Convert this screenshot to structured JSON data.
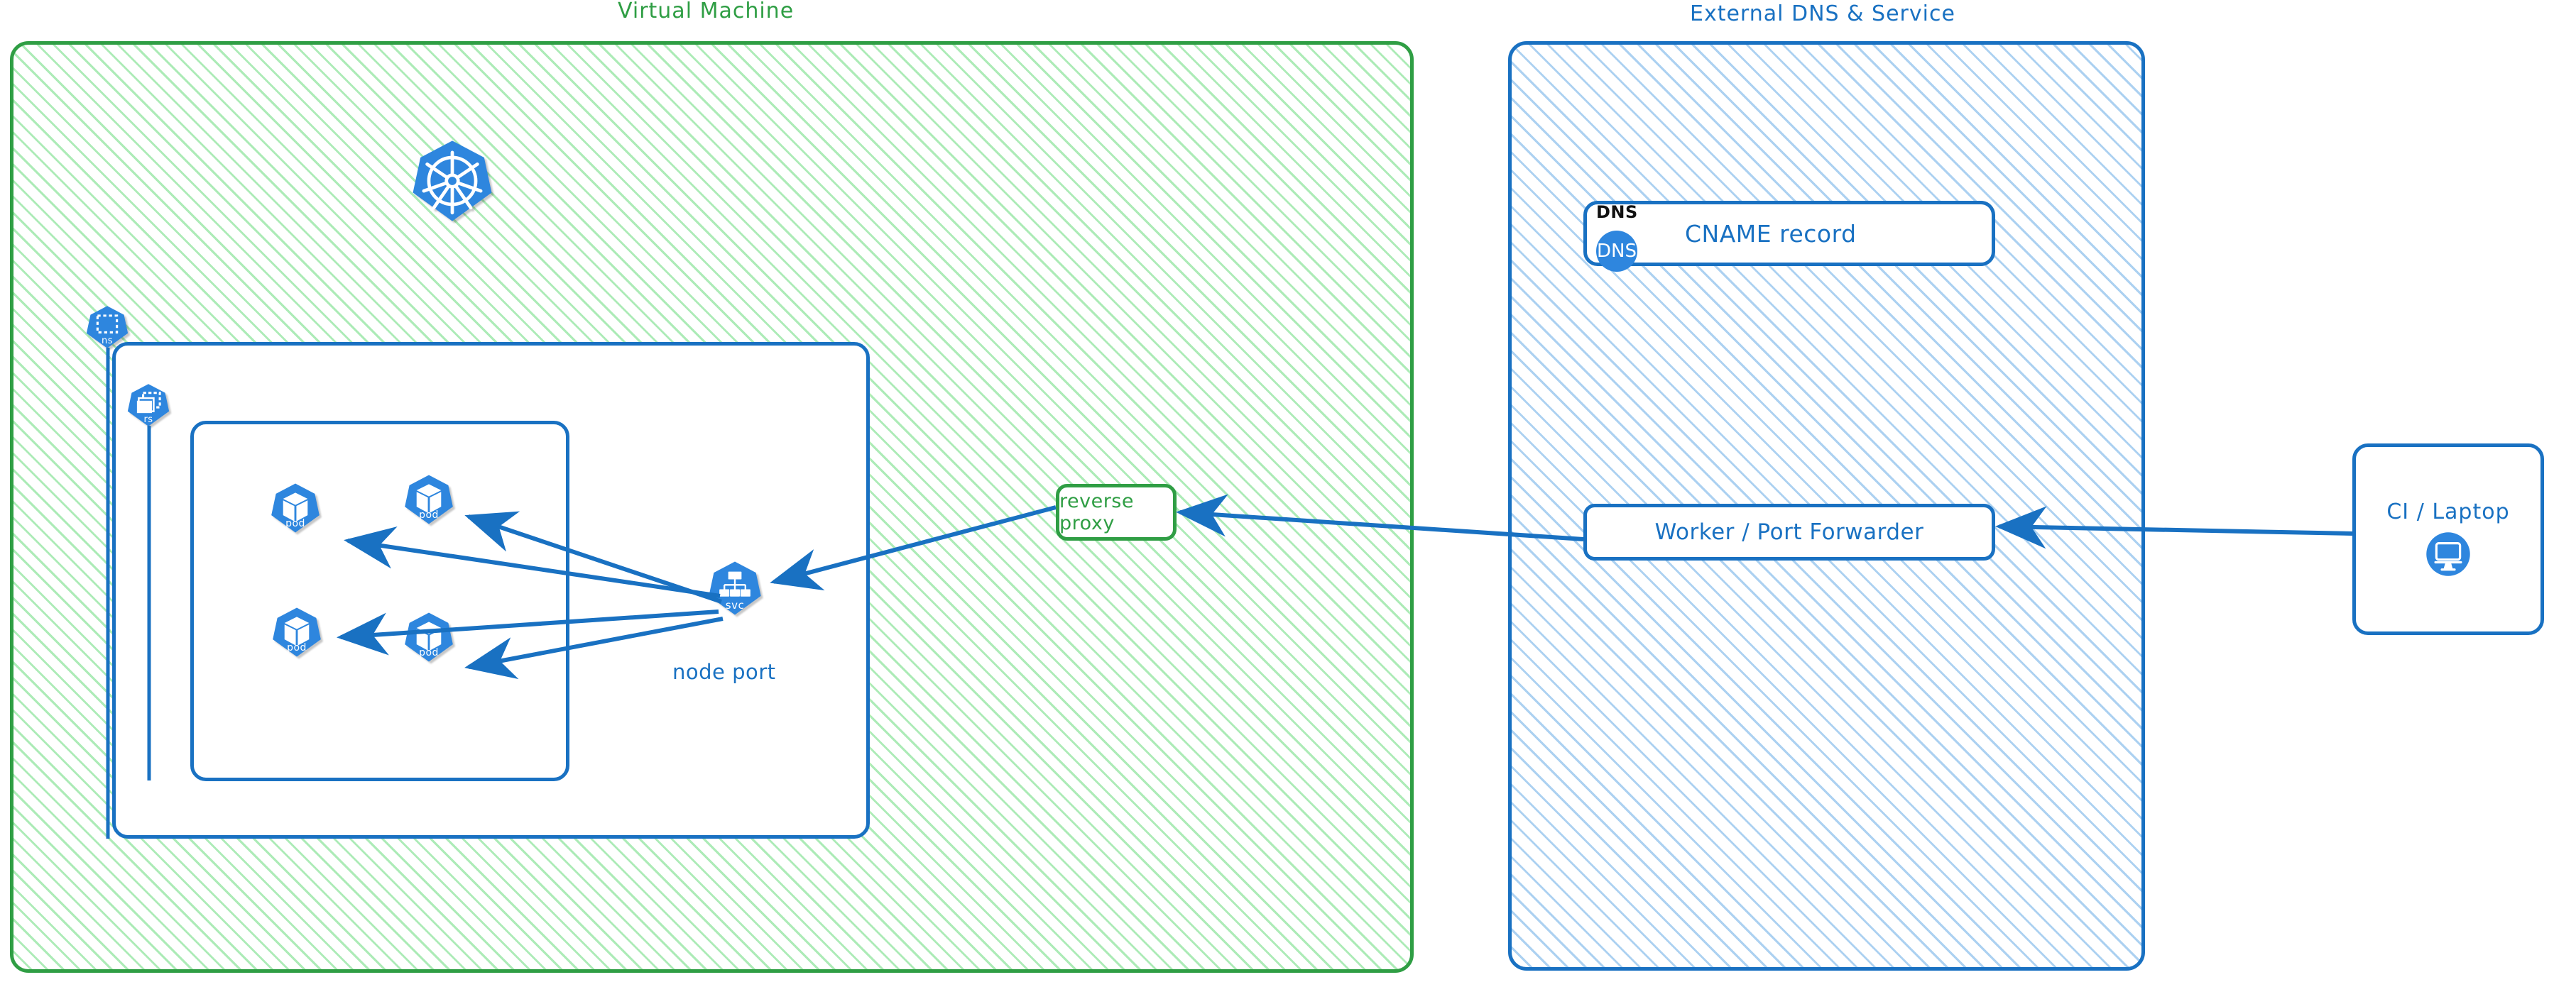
{
  "diagram": {
    "title_vm": "Virtual Machine",
    "title_external": "External DNS & Service",
    "accent_green": "#2f9e44",
    "accent_blue": "#1971c2",
    "k8s_blue": "#2e86de"
  },
  "vm": {
    "title": "Virtual Machine",
    "k8s_logo_name": "kubernetes-logo",
    "namespace": {
      "label": "ns",
      "icon": "namespace-icon"
    },
    "replicaset": {
      "label": "rs",
      "icon": "replicaset-icon"
    },
    "pods": [
      {
        "label": "pod"
      },
      {
        "label": "pod"
      },
      {
        "label": "pod"
      },
      {
        "label": "pod"
      }
    ],
    "service": {
      "label": "svc",
      "caption": "node port",
      "icon": "service-icon"
    },
    "reverse_proxy": {
      "label": "reverse proxy"
    }
  },
  "external": {
    "title": "External DNS & Service",
    "dns_card": {
      "tag": "DNS",
      "badge_text": "DNS",
      "label": "CNAME record"
    },
    "worker": {
      "label": "Worker / Port Forwarder"
    }
  },
  "client": {
    "label": "CI / Laptop",
    "icon": "desktop-monitor-icon"
  },
  "connections": [
    {
      "from": "CI / Laptop",
      "to": "Worker / Port Forwarder",
      "direction": "left"
    },
    {
      "from": "Worker / Port Forwarder",
      "to": "reverse proxy",
      "direction": "left"
    },
    {
      "from": "reverse proxy",
      "to": "svc",
      "direction": "left"
    },
    {
      "from": "svc",
      "to": "pod",
      "direction": "left"
    },
    {
      "from": "svc",
      "to": "pod",
      "direction": "left"
    },
    {
      "from": "svc",
      "to": "pod",
      "direction": "left"
    },
    {
      "from": "svc",
      "to": "pod",
      "direction": "left"
    }
  ]
}
